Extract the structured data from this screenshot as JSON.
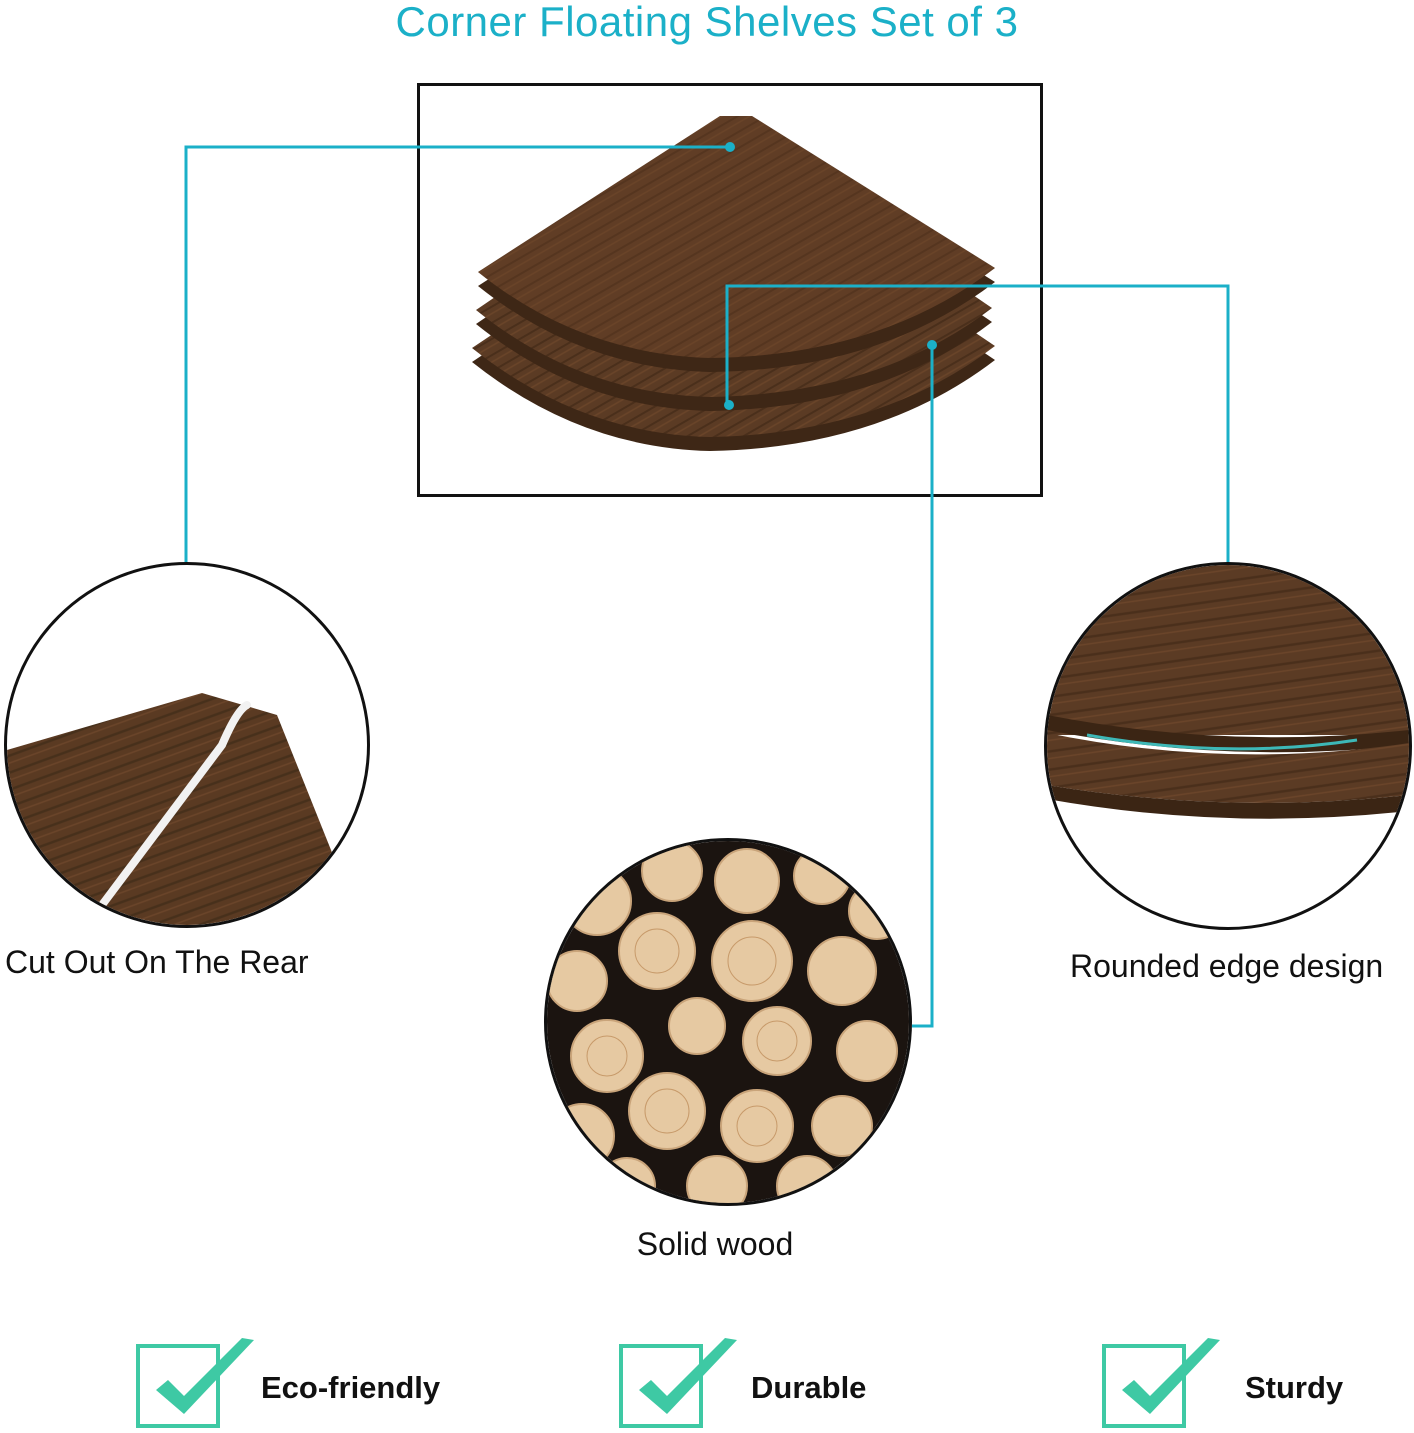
{
  "title": "Corner Floating Shelves Set of 3",
  "callouts": {
    "rear": "Cut Out On The Rear",
    "wood": "Solid wood",
    "edge": "Rounded edge design"
  },
  "features": [
    {
      "label": "Eco-friendly"
    },
    {
      "label": "Durable"
    },
    {
      "label": "Sturdy"
    }
  ],
  "colors": {
    "accent": "#1bb0c8",
    "check": "#3ec9a4",
    "wood": "#5a3a22"
  }
}
